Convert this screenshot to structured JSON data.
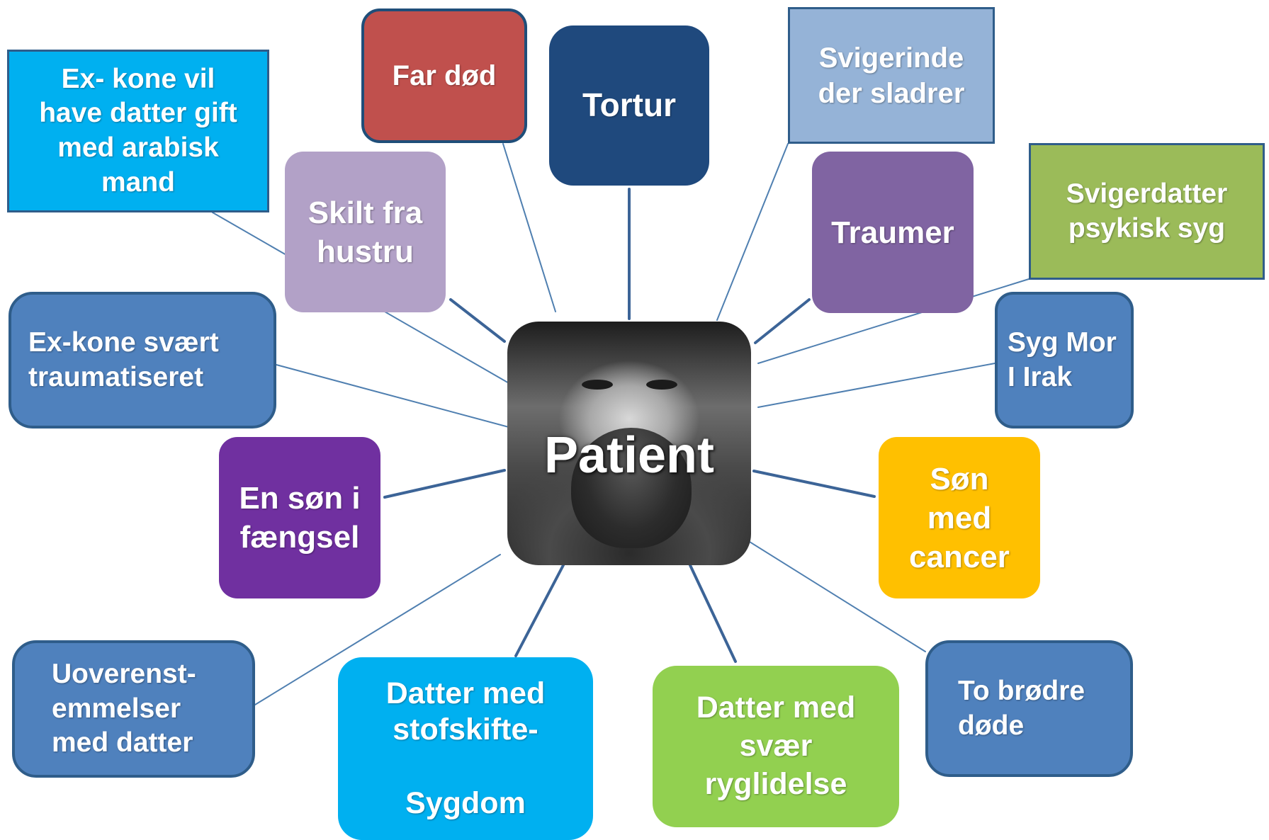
{
  "center": {
    "label": "Patient",
    "image": "bearded-man-photo"
  },
  "nodes": {
    "ex_kone_datter": "Ex- kone vil\nhave datter gift\nmed arabisk\nmand",
    "far_dod": "Far død",
    "tortur": "Tortur",
    "svigerinde": "Svigerinde\nder sladrer",
    "skilt": "Skilt fra\nhustru",
    "traumer": "Traumer",
    "svigerdatter": "Svigerdatter\npsykisk syg",
    "ex_kone_traume": "Ex-kone svært\ntraumatiseret",
    "syg_mor": "Syg Mor\nI  Irak",
    "son_faengsel": "En søn i\nfængsel",
    "son_cancer": "Søn\nmed\ncancer",
    "uoverens": "Uoverenst-\nemmelser\nmed datter",
    "datter_stofskifte": "Datter med\nstofskifte-\n\nSygdom",
    "datter_ryg": "Datter med\nsvær\nryglidelse",
    "brodre": "To brødre\ndøde"
  },
  "colors": {
    "blue_steel": "#4f81bd",
    "light_blue": "#00b0f0",
    "dark_red": "#c0504d",
    "navy": "#1f497d",
    "pale_blue": "#95b3d7",
    "lavender": "#b2a1c7",
    "purple": "#8064a2",
    "olive_green": "#9bbb59",
    "violet": "#7030a0",
    "gold": "#ffc000",
    "lime": "#92d050",
    "connector": "#4f7fb0"
  }
}
